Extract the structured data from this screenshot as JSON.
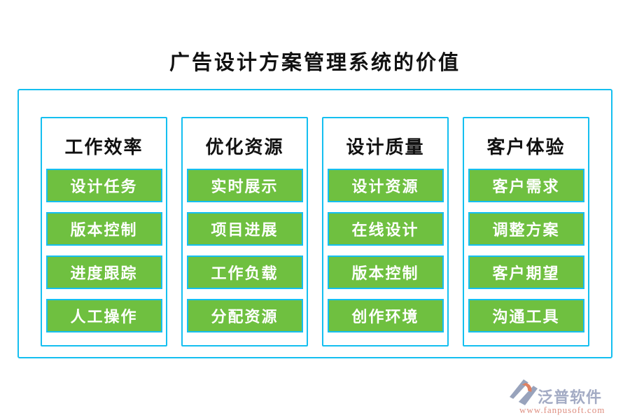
{
  "title": "广告设计方案管理系统的价值",
  "colors": {
    "accent_cyan": "#14bff0",
    "item_green": "#6fc040",
    "text_black": "#111111",
    "brand_gray_blue": "#a3abc4",
    "brand_salmon": "#de8e80"
  },
  "columns": [
    {
      "header": "工作效率",
      "items": [
        "设计任务",
        "版本控制",
        "进度跟踪",
        "人工操作"
      ]
    },
    {
      "header": "优化资源",
      "items": [
        "实时展示",
        "项目进展",
        "工作负载",
        "分配资源"
      ]
    },
    {
      "header": "设计质量",
      "items": [
        "设计资源",
        "在线设计",
        "版本控制",
        "创作环境"
      ]
    },
    {
      "header": "客户体验",
      "items": [
        "客户需求",
        "调整方案",
        "客户期望",
        "沟通工具"
      ]
    }
  ],
  "footer": {
    "brand": "泛普软件",
    "url": "www.fanpusoft.com"
  }
}
